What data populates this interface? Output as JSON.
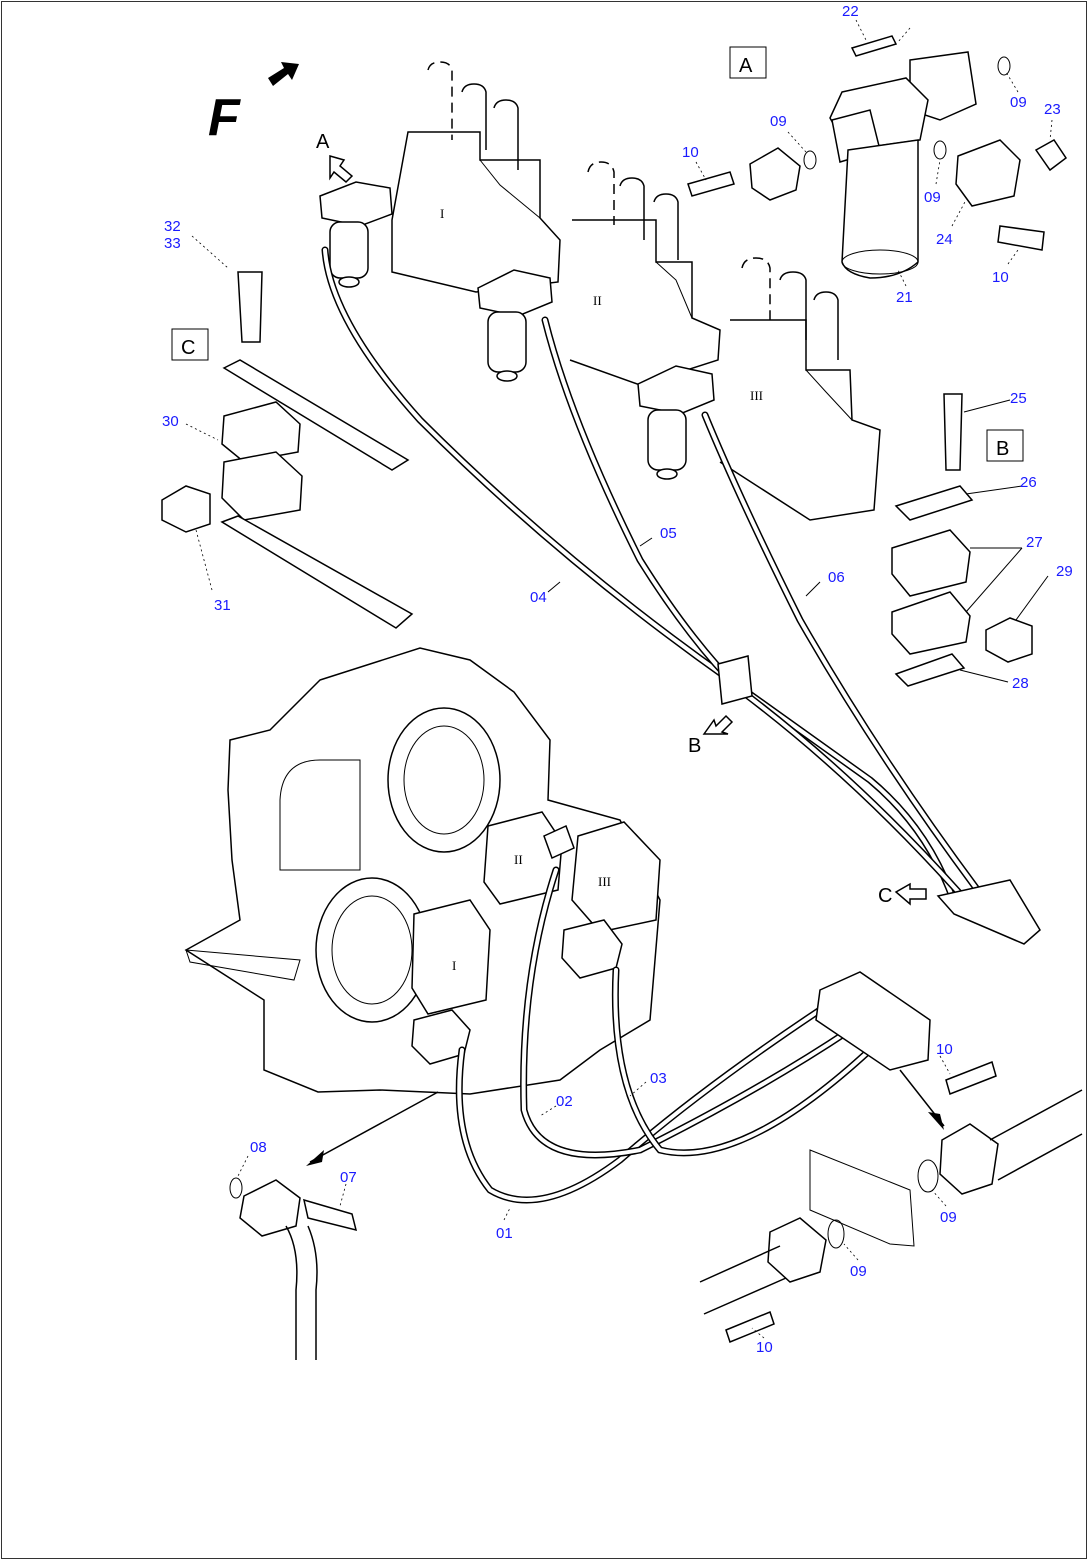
{
  "direction": {
    "label": "F"
  },
  "views": {
    "a": "A",
    "b": "B",
    "c": "C"
  },
  "valve_labels": {
    "i": "I",
    "ii": "II",
    "iii": "III"
  },
  "callouts": {
    "p01": "01",
    "p02": "02",
    "p03": "03",
    "p04": "04",
    "p05": "05",
    "p06": "06",
    "p07": "07",
    "p08": "08",
    "p09a": "09",
    "p09b": "09",
    "p09c": "09",
    "p09d": "09",
    "p09e": "09",
    "p10a": "10",
    "p10b": "10",
    "p10c": "10",
    "p10d": "10",
    "p21": "21",
    "p22": "22",
    "p23": "23",
    "p24": "24",
    "p25": "25",
    "p26": "26",
    "p27": "27",
    "p28": "28",
    "p29": "29",
    "p30": "30",
    "p31": "31",
    "p32": "32",
    "p33": "33"
  }
}
